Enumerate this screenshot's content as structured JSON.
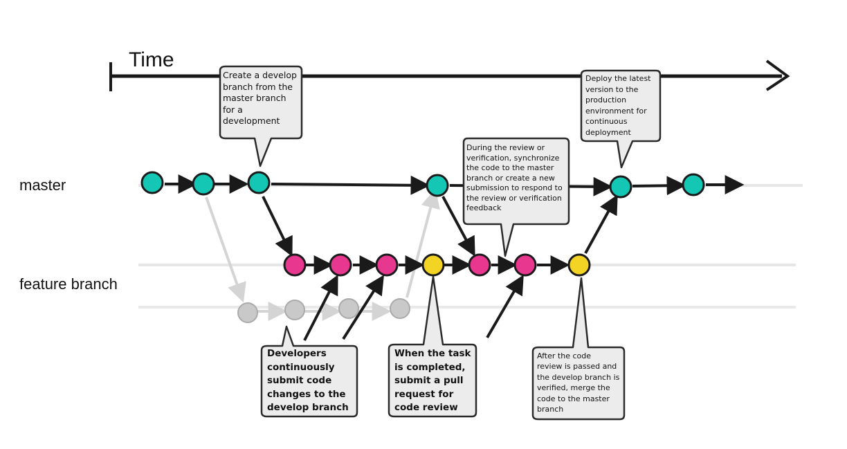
{
  "axis": {
    "time_label": "Time"
  },
  "lanes": {
    "master": "master",
    "feature": "feature branch"
  },
  "callouts": [
    {
      "id": "create-develop",
      "text": "Create a develop\nbranch from the\nmaster branch\nfor a\ndevelopment"
    },
    {
      "id": "deploy",
      "text": "Deploy the latest\nversion to the\nproduction\nenvironment for\ncontinuous\ndeployment"
    },
    {
      "id": "review-sync",
      "text": "During the review or\nverification, synchronize\nthe code to the master\nbranch or create a new\nsubmission to respond to\nthe review or verification\nfeedback"
    },
    {
      "id": "continuous-submit",
      "text": "Developers\ncontinuously\nsubmit code\nchanges to the\ndevelop branch"
    },
    {
      "id": "pull-request",
      "text": "When the task\nis completed,\nsubmit a pull\nrequest for\ncode review"
    },
    {
      "id": "merge-master",
      "text": "After the code\nreview is passed and\nthe develop branch is\nverified, merge the\ncode to the master\nbranch"
    }
  ],
  "colors": {
    "master_commit": "#14c7b4",
    "develop_commit": "#e8378f",
    "review_commit": "#f3d324",
    "ghost_commit": "#c9c9c9",
    "callout_bg": "#ececec",
    "line": "#1a1a1a"
  }
}
